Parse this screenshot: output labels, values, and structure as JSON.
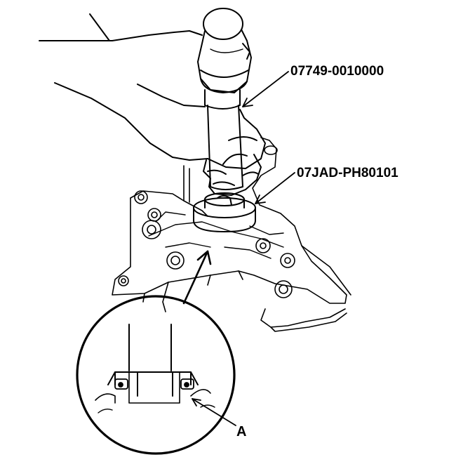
{
  "callouts": {
    "tool_upper": "07749-0010000",
    "tool_lower": "07JAD-PH80101",
    "part_a": "A"
  },
  "colors": {
    "ink": "#000000",
    "paper": "#ffffff"
  }
}
